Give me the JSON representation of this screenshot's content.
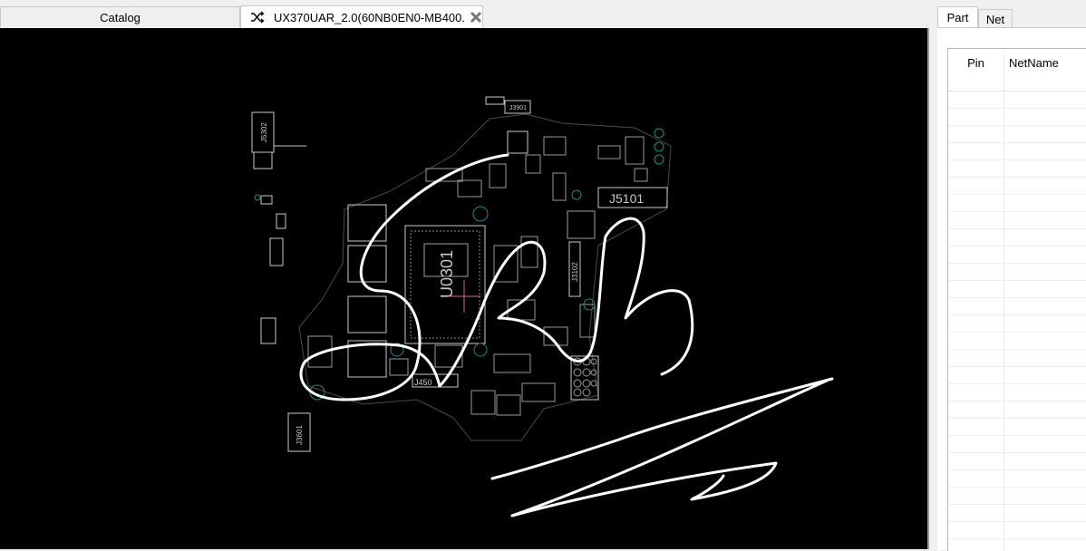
{
  "tabs": {
    "catalog": "Catalog",
    "document": "UX370UAR_2.0(60NB0EN0-MB400..."
  },
  "board": {
    "labels": {
      "cpu": "U0301",
      "conn_top": "J3901",
      "conn_right": "J5101",
      "conn_vertical": "J3102",
      "conn_bottom": "J450",
      "left_top": "J5302",
      "left_bottom": "J3601"
    }
  },
  "panel": {
    "tabs": {
      "part": "Part",
      "net": "Net"
    },
    "columns": {
      "pin": "Pin",
      "netname": "NetName"
    }
  },
  "colors": {
    "canvas_bg": "#000000",
    "silkscreen": "#c8c8c8",
    "pad_teal": "#1f8a8a",
    "annotation": "#ffffff",
    "cursor": "#d46a8a"
  }
}
